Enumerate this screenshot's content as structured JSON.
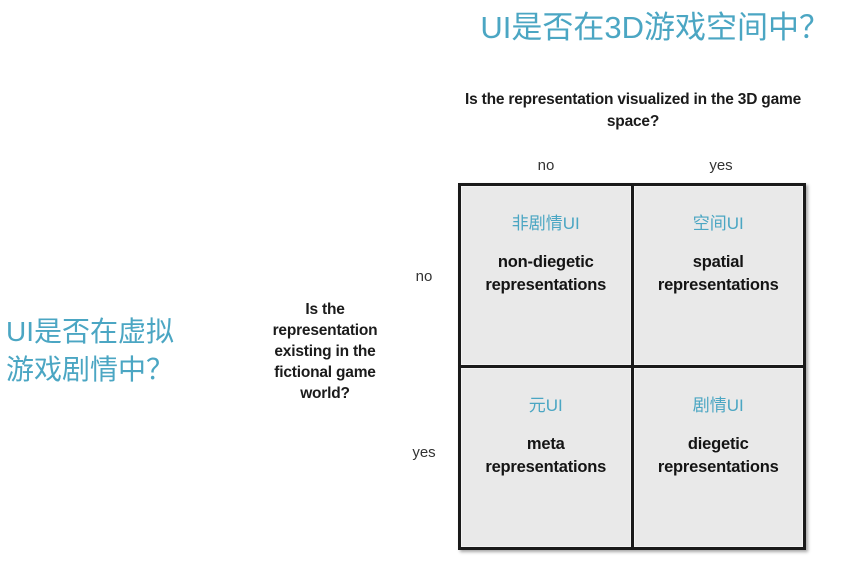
{
  "annotations": {
    "top_title": "UI是否在3D游戏空间中？",
    "left_title": "UI是否在虚拟\n游戏剧情中？",
    "accent_color": "#4ba6c3"
  },
  "matrix": {
    "column_axis": {
      "question": "Is the representation visualized in the 3D game space?",
      "values": [
        "no",
        "yes"
      ]
    },
    "row_axis": {
      "question": "Is the representation existing in the fictional game world?",
      "values": [
        "no",
        "yes"
      ]
    },
    "cells": [
      {
        "position": "top-left",
        "row": "no",
        "column": "no",
        "cn_label": "非剧情UI",
        "en_label": "non-diegetic\nrepresentations"
      },
      {
        "position": "top-right",
        "row": "no",
        "column": "yes",
        "cn_label": "空间UI",
        "en_label": "spatial\nrepresentations"
      },
      {
        "position": "bottom-left",
        "row": "yes",
        "column": "no",
        "cn_label": "元UI",
        "en_label": "meta\nrepresentations"
      },
      {
        "position": "bottom-right",
        "row": "yes",
        "column": "yes",
        "cn_label": "剧情UI",
        "en_label": "diegetic\nrepresentations"
      }
    ]
  }
}
